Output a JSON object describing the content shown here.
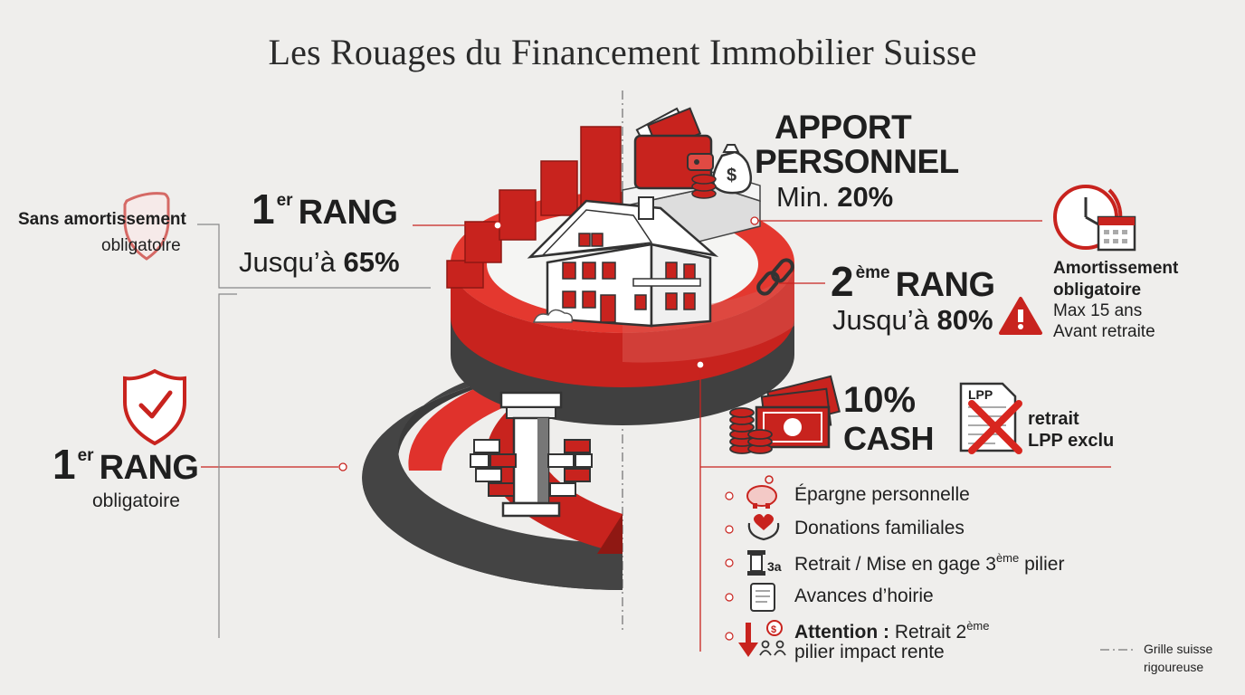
{
  "title": "Les Rouages du Financement Immobilier Suisse",
  "colors": {
    "red": "#c8231e",
    "dark_red": "#8f1813",
    "gray": "#4d4d4d",
    "light": "#ececec"
  },
  "left_top": {
    "label1": "Sans amortissement",
    "label2": "obligatoire"
  },
  "rank1_top": {
    "num": "1",
    "sup": "er",
    "rank": "RANG",
    "prefix": "Jusqu’à",
    "pct": "65%"
  },
  "rank1_left": {
    "num": "1",
    "sup": "er",
    "rank": "RANG",
    "sub": "obligatoire"
  },
  "apport": {
    "line1": "APPORT",
    "line2": "PERSONNEL",
    "prefix": "Min.",
    "pct": "20%"
  },
  "rank2": {
    "num": "2",
    "sup": "ème",
    "rank": "RANG",
    "prefix": "Jusqu’à",
    "pct": "80%"
  },
  "amort": {
    "line1": "Amortissement",
    "line2": "obligatoire",
    "line3": "Max 15 ans",
    "line4": "Avant retraite"
  },
  "cash": {
    "pct": "10%",
    "label": "CASH"
  },
  "lpp": {
    "doc": "LPP",
    "line1": "retrait",
    "line2": "LPP exclu"
  },
  "sources": {
    "epargne": "Épargne personnelle",
    "donations": "Donations familiales",
    "pilier_icon": "3a",
    "pilier_a": "Retrait / Mise en gage 3",
    "pilier_sup": "ème",
    "pilier_b": " pilier",
    "avances": "Avances d’hoirie",
    "att_bold": "Attention :",
    "att_a": " Retrait 2",
    "att_sup": "ème",
    "att_line2": "pilier impact rente"
  },
  "legend": {
    "line1": "Grille suisse",
    "line2": "rigoureuse"
  }
}
